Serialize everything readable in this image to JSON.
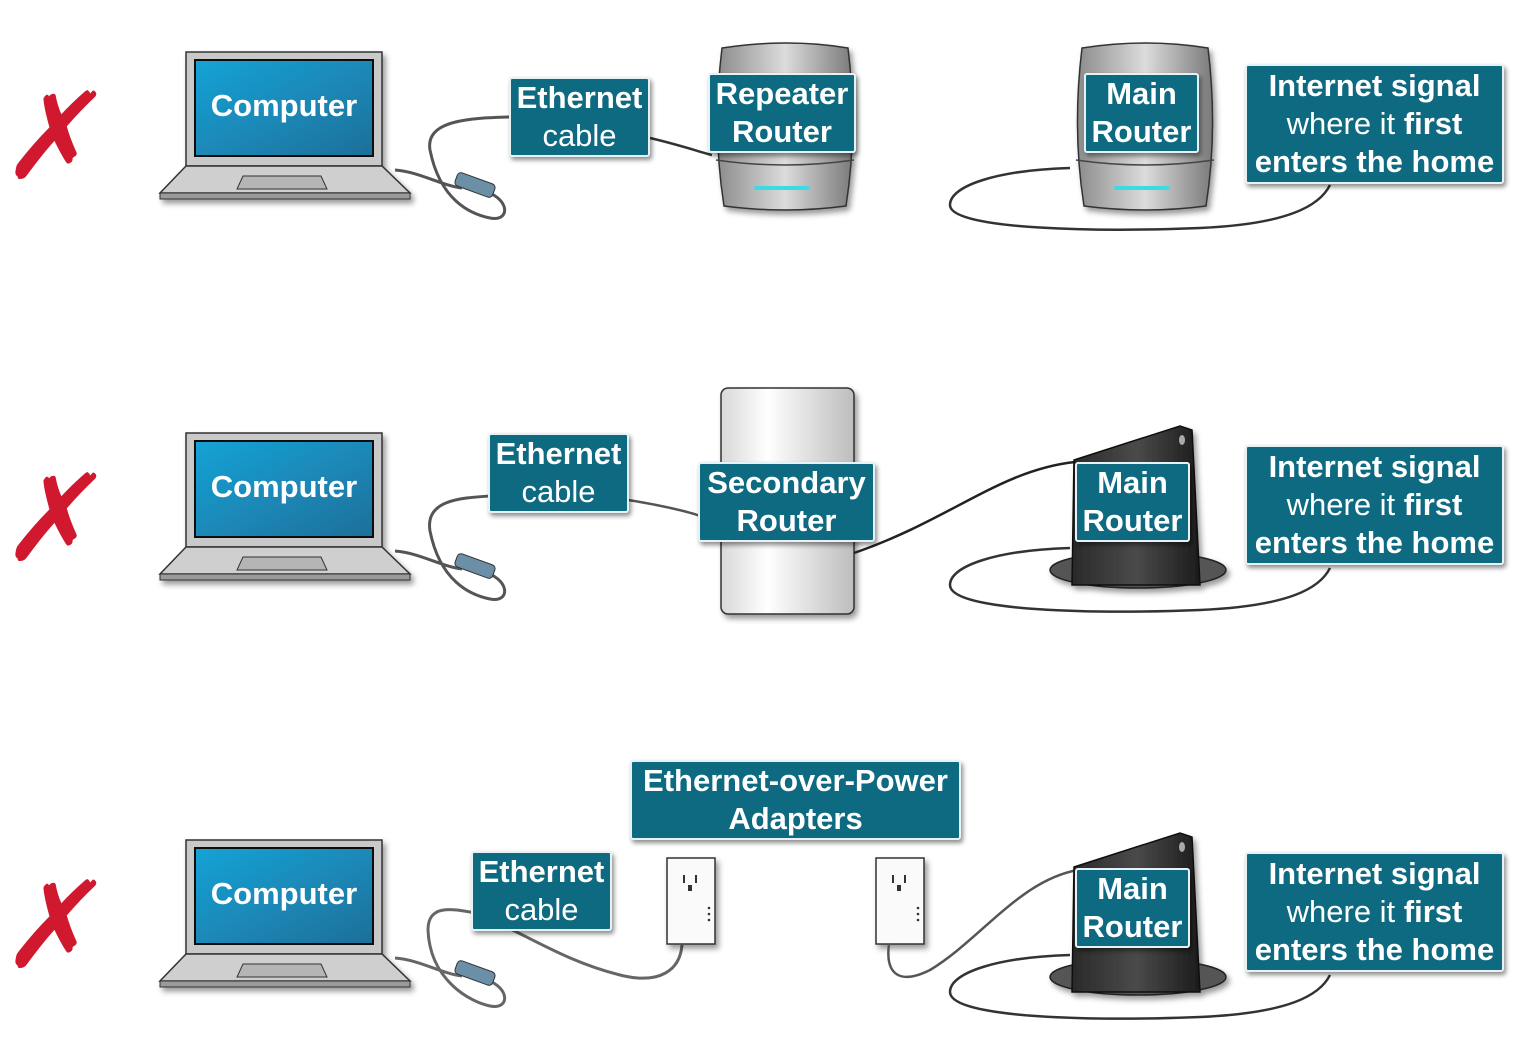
{
  "colors": {
    "label_bg": "#0e6a80",
    "x_mark": "#d0192f",
    "screen": "#1a86b8"
  },
  "icons": {
    "x_mark": "✗"
  },
  "rows": [
    {
      "status_icon": "x-mark",
      "computer": "Computer",
      "cable_label": {
        "line1": "Ethernet",
        "line2": "cable"
      },
      "middle_device": {
        "line1": "Repeater",
        "line2": "Router"
      },
      "main_router": {
        "line1": "Main",
        "line2": "Router"
      },
      "internet": {
        "line1": "Internet signal",
        "line2a": "where it ",
        "line2b": "first",
        "line3": "enters the home"
      }
    },
    {
      "status_icon": "x-mark",
      "computer": "Computer",
      "cable_label": {
        "line1": "Ethernet",
        "line2": "cable"
      },
      "middle_device": {
        "line1": "Secondary",
        "line2": "Router"
      },
      "main_router": {
        "line1": "Main",
        "line2": "Router"
      },
      "internet": {
        "line1": "Internet signal",
        "line2a": "where it ",
        "line2b": "first",
        "line3": "enters the home"
      }
    },
    {
      "status_icon": "x-mark",
      "computer": "Computer",
      "cable_label": {
        "line1": "Ethernet",
        "line2": "cable"
      },
      "middle_device": {
        "line1": "Ethernet-over-Power",
        "line2": "Adapters"
      },
      "main_router": {
        "line1": "Main",
        "line2": "Router"
      },
      "internet": {
        "line1": "Internet signal",
        "line2a": "where it ",
        "line2b": "first",
        "line3": "enters the home"
      }
    }
  ]
}
